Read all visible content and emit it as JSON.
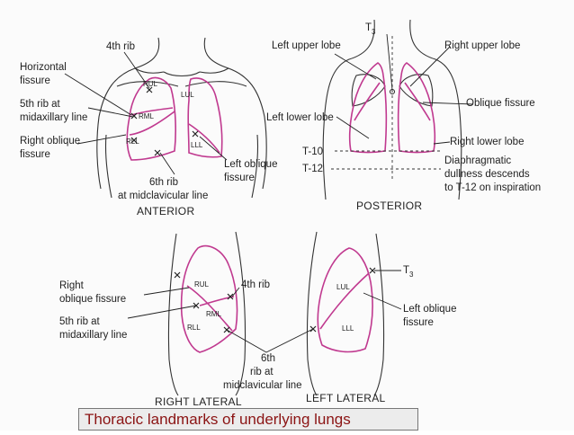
{
  "labels": {
    "anterior": {
      "rib4": "4th rib",
      "horizontal_fissure": [
        "Horizontal",
        "fissure"
      ],
      "rib5_midaxillary": [
        "5th rib at",
        "midaxillary line"
      ],
      "right_oblique": [
        "Right oblique",
        "fissure"
      ],
      "rib6_midclavicular": [
        "6th rib",
        "at midclavicular line"
      ],
      "left_oblique": [
        "Left oblique",
        "fissure"
      ],
      "heading": "ANTERIOR",
      "lobes": [
        "RUL",
        "RML",
        "RLL",
        "LUL",
        "LLL"
      ]
    },
    "posterior": {
      "t3": "T",
      "t3_sub": "3",
      "left_upper_lobe": "Left upper lobe",
      "right_upper_lobe": "Right upper lobe",
      "oblique_fissure": "Oblique fissure",
      "left_lower_lobe": "Left lower lobe",
      "right_lower_lobe": "Right lower lobe",
      "t10": "T-10",
      "t12": "T-12",
      "diaphragm": [
        "Diaphragmatic",
        "dullness descends",
        "to T-12 on inspiration"
      ],
      "heading": "POSTERIOR"
    },
    "lateral": {
      "right_oblique": [
        "Right",
        "oblique fissure"
      ],
      "rib5_midaxillary": [
        "5th rib at",
        "midaxillary line"
      ],
      "rib4": "4th rib",
      "rib6": [
        "6th",
        "rib at",
        "midclavicular line"
      ],
      "t3": "T",
      "t3_sub": "3",
      "left_oblique": [
        "Left oblique",
        "fissure"
      ],
      "right_heading": "RIGHT LATERAL",
      "left_heading": "LEFT LATERAL",
      "lobes_right": [
        "RUL",
        "RML",
        "RLL"
      ],
      "lobes_left": [
        "LUL",
        "LLL"
      ]
    }
  },
  "caption": "Thoracic landmarks of underlying lungs",
  "colors": {
    "lung_outline": "#c0398f",
    "caption_text": "#8b1414"
  }
}
